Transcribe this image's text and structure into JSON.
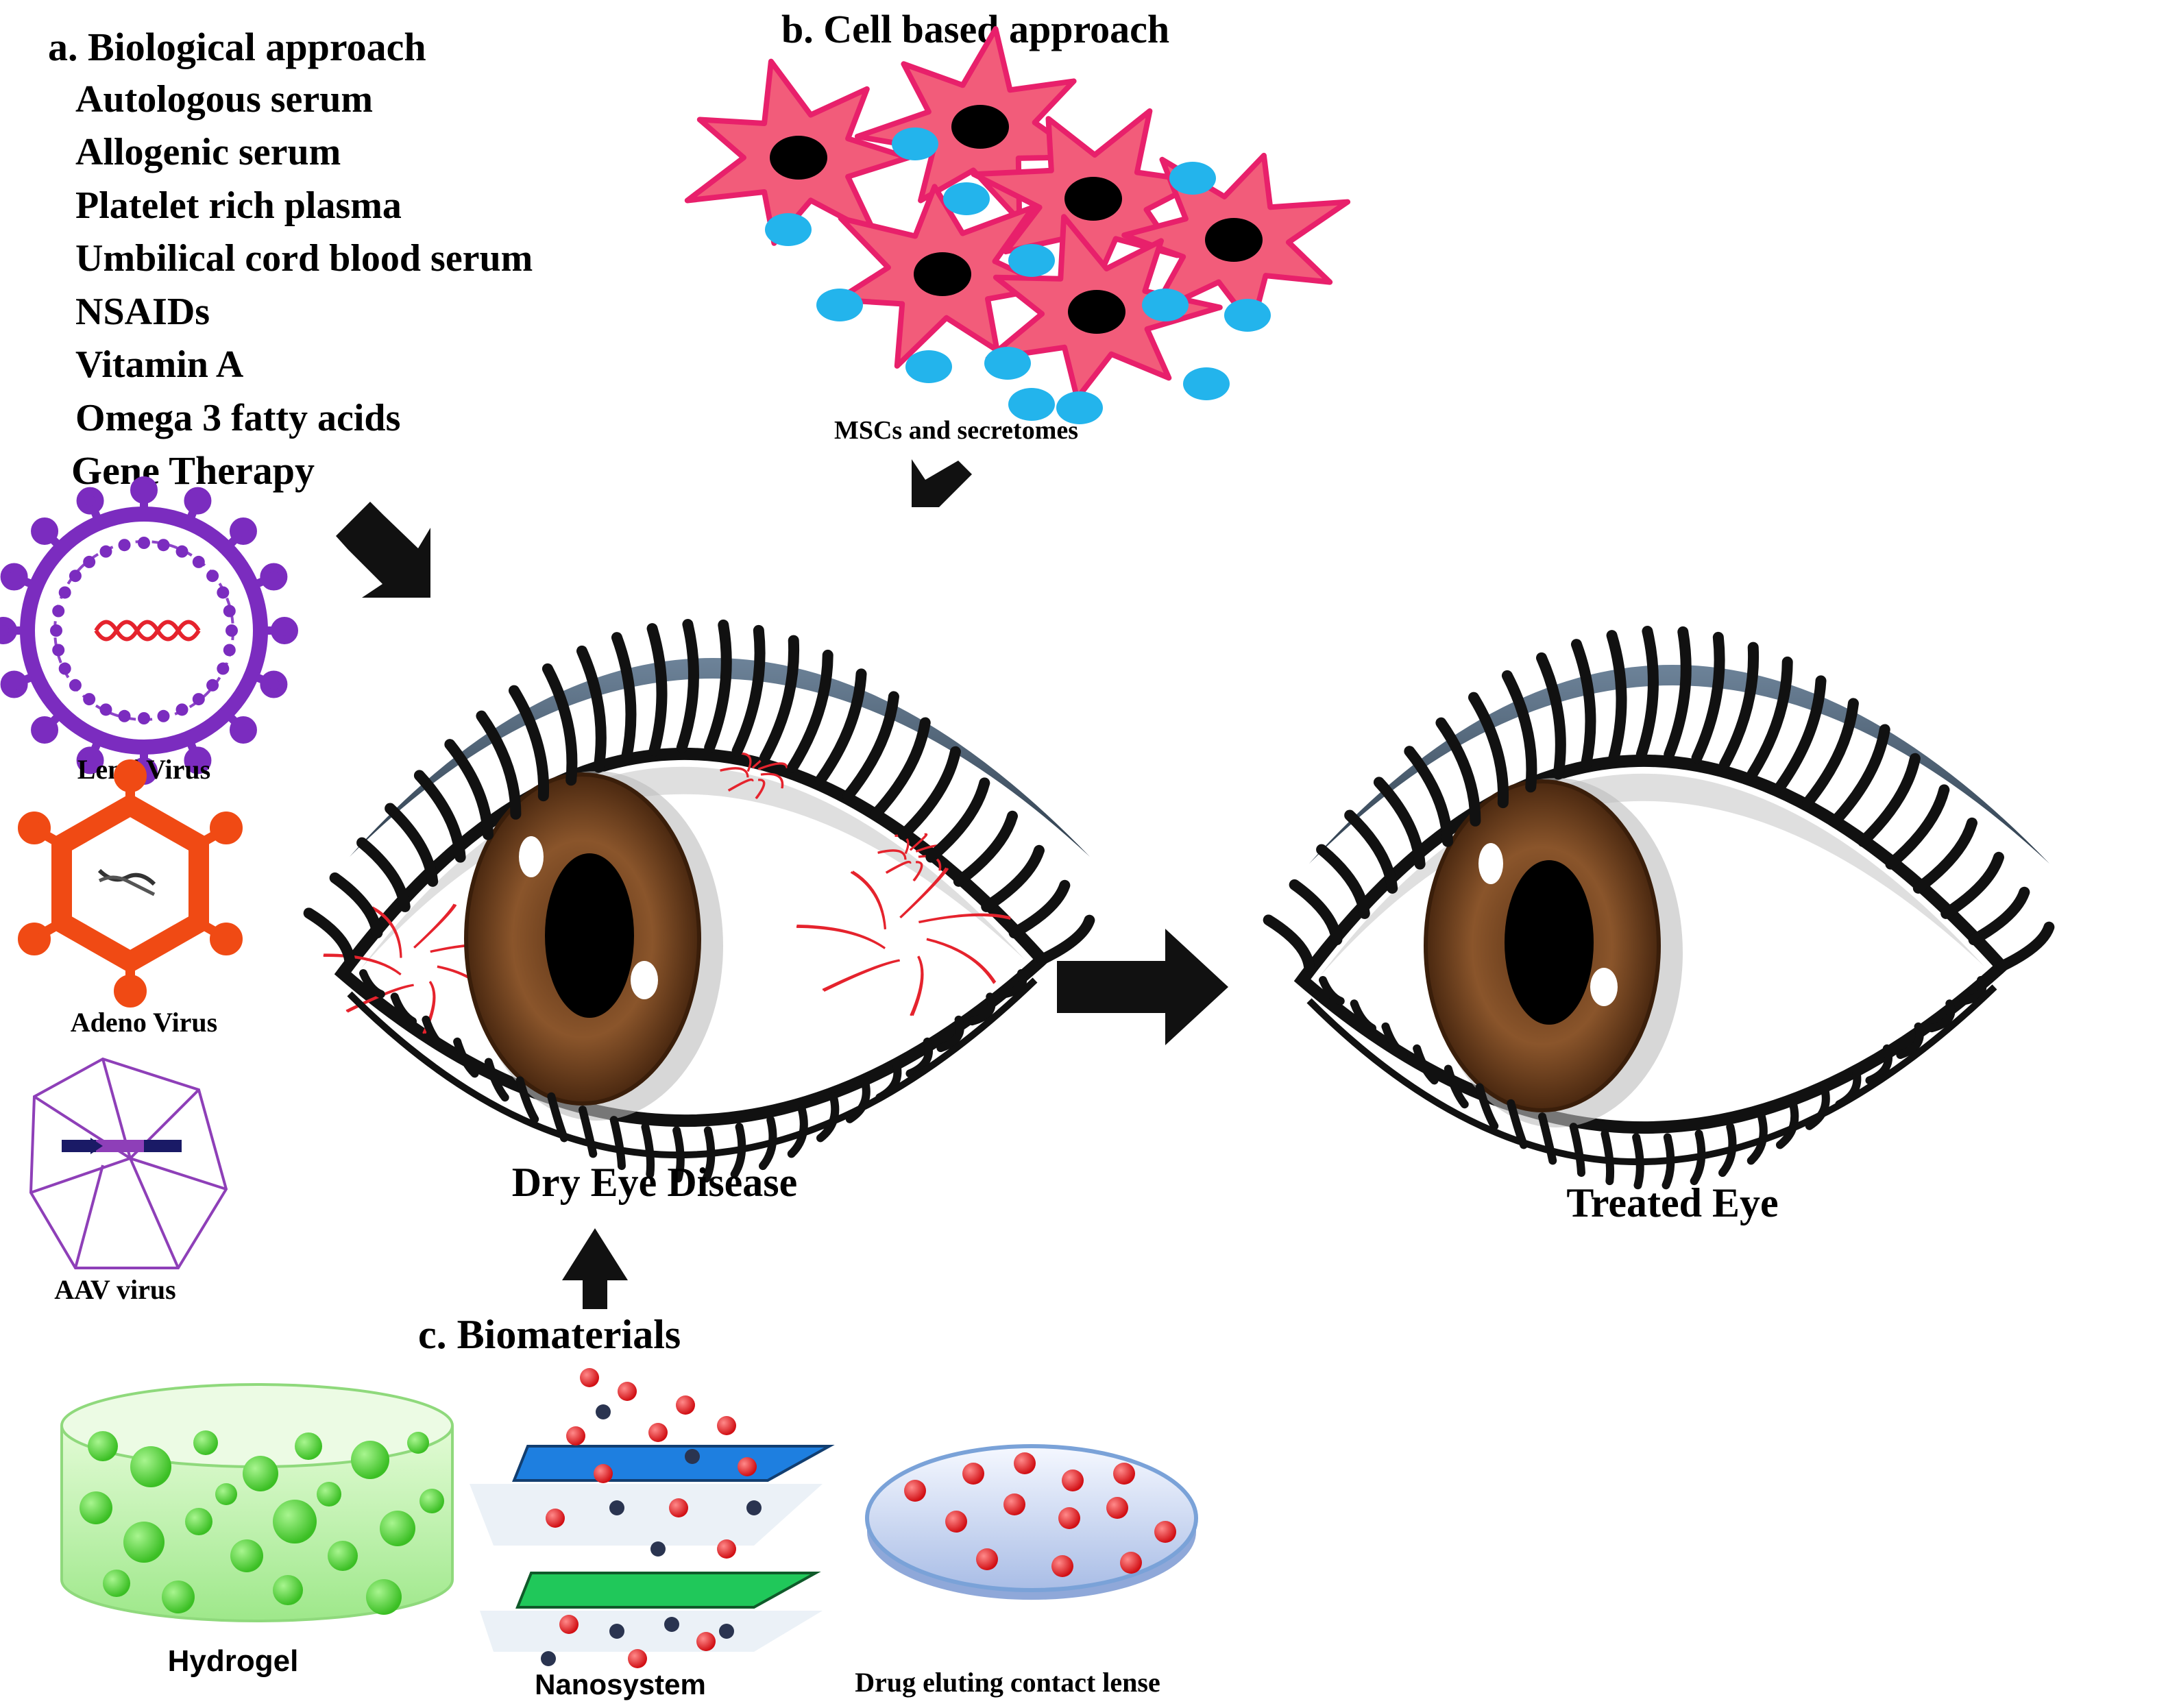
{
  "biological": {
    "title": "a. Biological approach",
    "items": [
      "Autologous serum",
      "Allogenic serum",
      "Platelet rich plasma",
      "Umbilical cord blood serum",
      "NSAIDs",
      "Vitamin A",
      "Omega 3 fatty acids"
    ],
    "gene_therapy": "Gene Therapy",
    "vectors": [
      "Lenti Virus",
      "Adeno Virus",
      "AAV virus"
    ]
  },
  "cell_based": {
    "title": "b. Cell based approach",
    "caption": "MSCs and secretomes"
  },
  "biomaterials": {
    "title": "c. Biomaterials",
    "items": [
      "Hydrogel",
      "Nanosystem",
      "Drug eluting contact lense"
    ]
  },
  "eyes": {
    "diseased": "Dry Eye Disease",
    "treated": "Treated Eye"
  },
  "colors": {
    "cell": "#f25c7a",
    "cell_border": "#e8206b",
    "secretome": "#23b4ec",
    "iris": "#7a4a26",
    "vessel": "#e5232d",
    "lenti": "#7b2cbf",
    "adeno": "#f04a14",
    "aav": "#8e3fb8",
    "hydrogel": "#52d63c",
    "nano_blue": "#1e7fe0",
    "nano_green": "#20c85a",
    "particle_red": "#e8191e",
    "particle_dark": "#2a3450"
  }
}
